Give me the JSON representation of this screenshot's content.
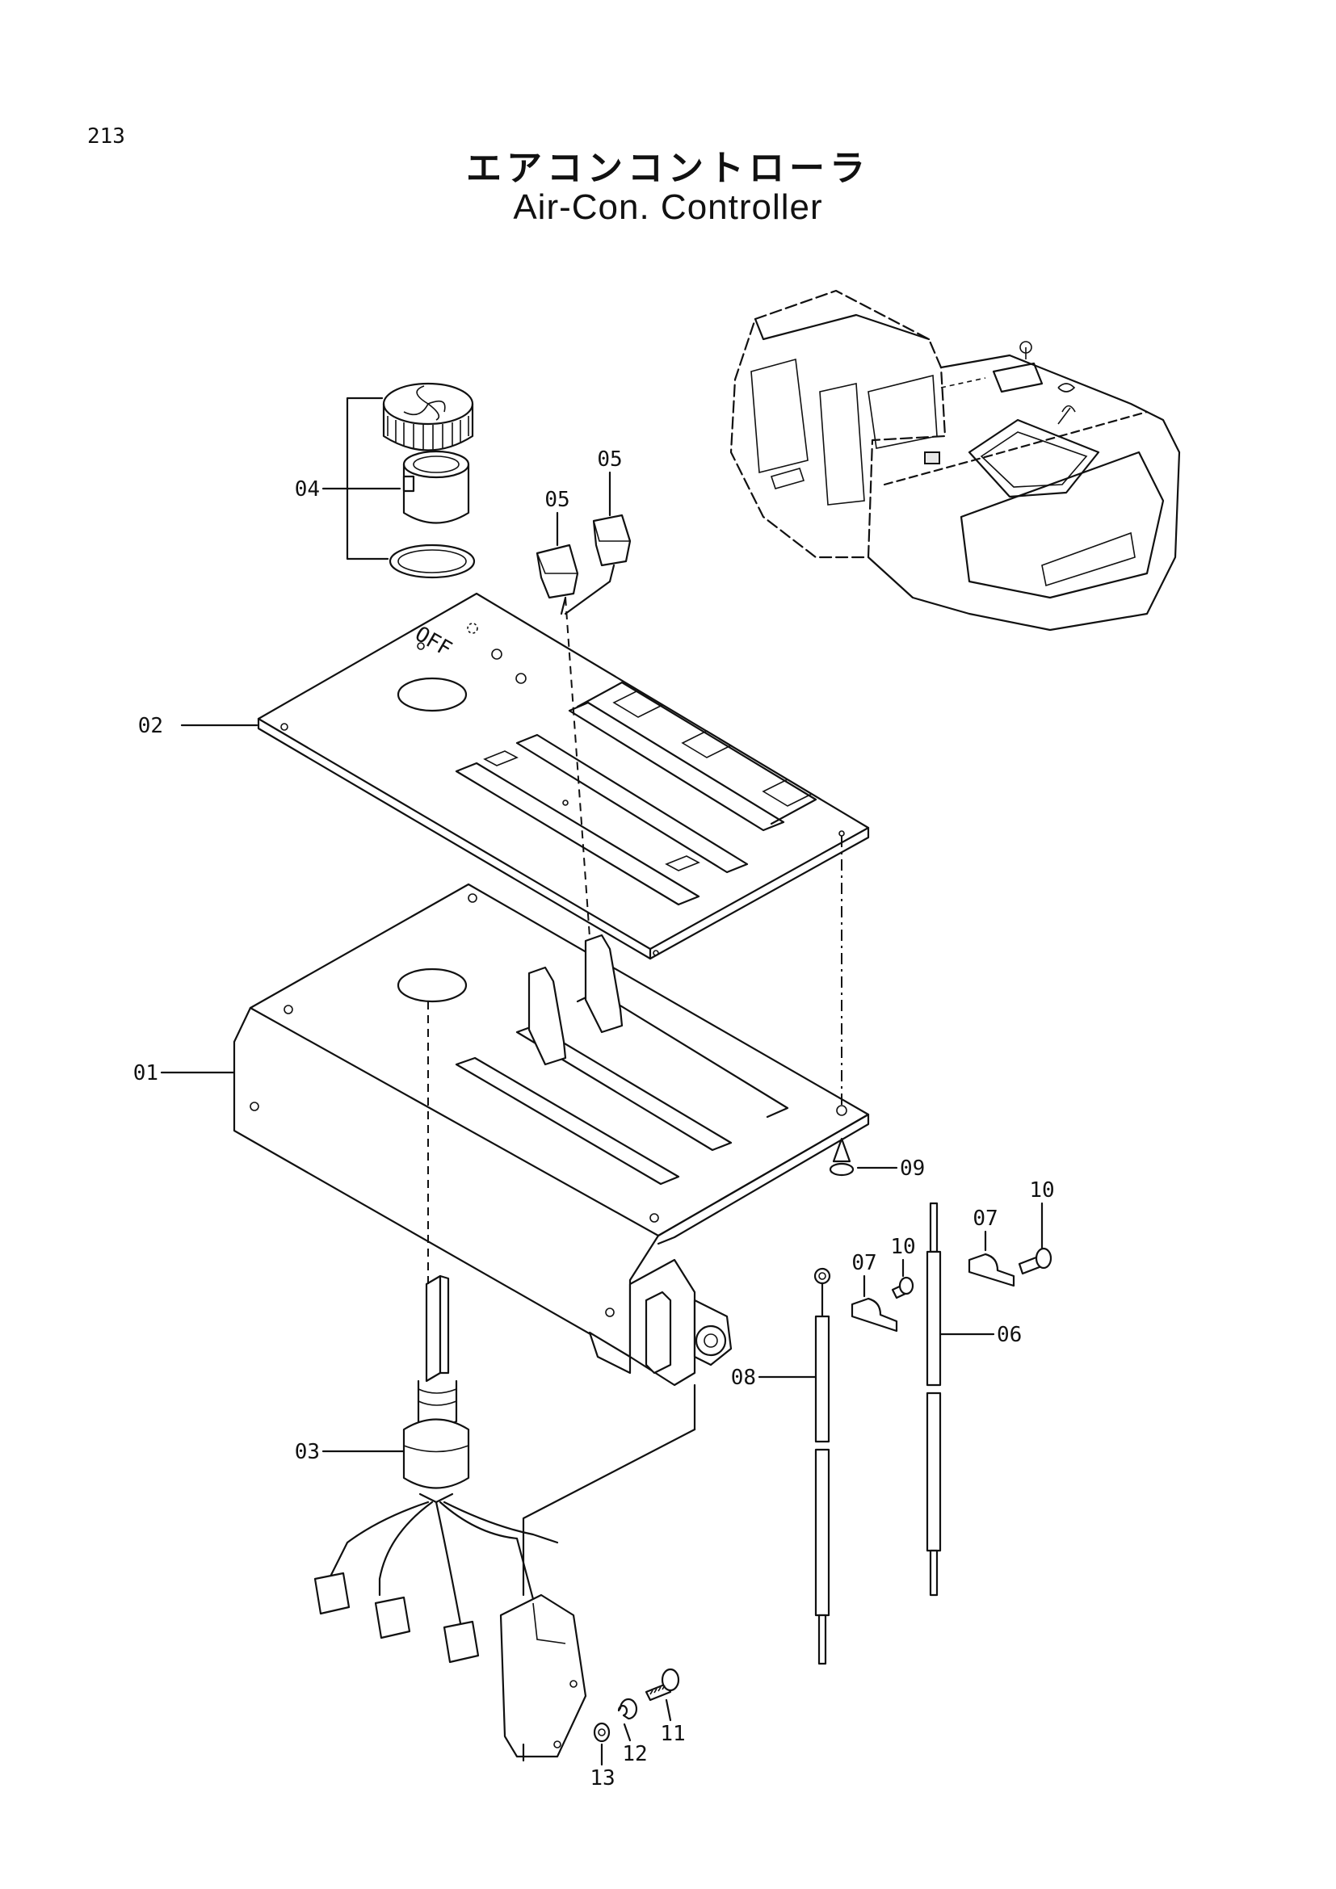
{
  "page_number": "213",
  "title_jp": "エアコンコントローラ",
  "title_en": "Air-Con. Controller",
  "panel_marking": "OFF",
  "callouts": [
    {
      "id": "01"
    },
    {
      "id": "02"
    },
    {
      "id": "03"
    },
    {
      "id": "04"
    },
    {
      "id": "05"
    },
    {
      "id": "05"
    },
    {
      "id": "06"
    },
    {
      "id": "07"
    },
    {
      "id": "07"
    },
    {
      "id": "08"
    },
    {
      "id": "09"
    },
    {
      "id": "10"
    },
    {
      "id": "10"
    },
    {
      "id": "11"
    },
    {
      "id": "12"
    },
    {
      "id": "13"
    }
  ]
}
